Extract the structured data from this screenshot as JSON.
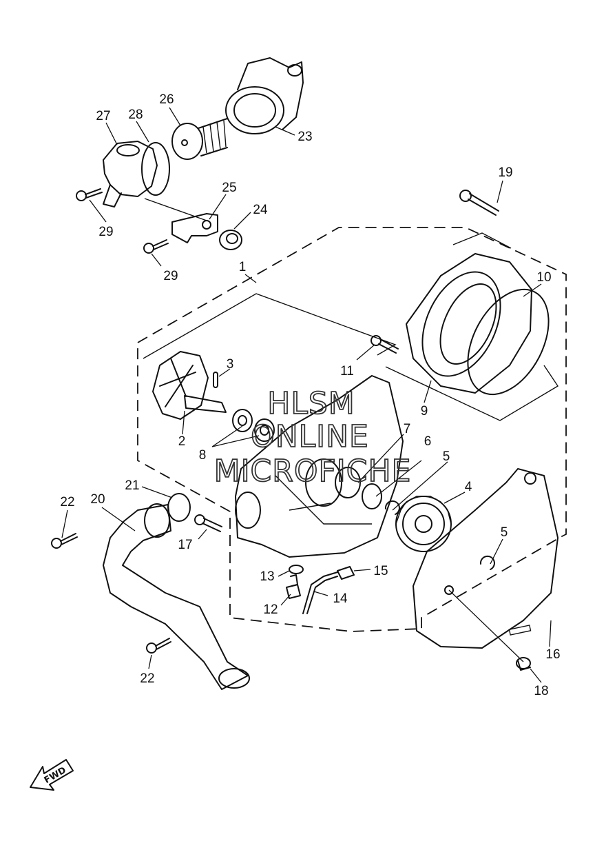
{
  "callouts": [
    {
      "id": "c1",
      "text": "1"
    },
    {
      "id": "c2",
      "text": "2"
    },
    {
      "id": "c3",
      "text": "3"
    },
    {
      "id": "c4",
      "text": "4"
    },
    {
      "id": "c5a",
      "text": "5"
    },
    {
      "id": "c5b",
      "text": "5"
    },
    {
      "id": "c6",
      "text": "6"
    },
    {
      "id": "c7",
      "text": "7"
    },
    {
      "id": "c8",
      "text": "8"
    },
    {
      "id": "c9",
      "text": "9"
    },
    {
      "id": "c10",
      "text": "10"
    },
    {
      "id": "c11",
      "text": "11"
    },
    {
      "id": "c12",
      "text": "12"
    },
    {
      "id": "c13",
      "text": "13"
    },
    {
      "id": "c14",
      "text": "14"
    },
    {
      "id": "c15",
      "text": "15"
    },
    {
      "id": "c16",
      "text": "16"
    },
    {
      "id": "c17",
      "text": "17"
    },
    {
      "id": "c18",
      "text": "18"
    },
    {
      "id": "c19",
      "text": "19"
    },
    {
      "id": "c20",
      "text": "20"
    },
    {
      "id": "c21",
      "text": "21"
    },
    {
      "id": "c22a",
      "text": "22"
    },
    {
      "id": "c22b",
      "text": "22"
    },
    {
      "id": "c23",
      "text": "23"
    },
    {
      "id": "c24",
      "text": "24"
    },
    {
      "id": "c25",
      "text": "25"
    },
    {
      "id": "c26",
      "text": "26"
    },
    {
      "id": "c27",
      "text": "27"
    },
    {
      "id": "c28",
      "text": "28"
    },
    {
      "id": "c29a",
      "text": "29"
    },
    {
      "id": "c29b",
      "text": "29"
    }
  ],
  "watermark": {
    "line1": "HLSM",
    "line2": "ONLINE",
    "line3": "MICROFICHE"
  },
  "fwd_label": "FWD"
}
